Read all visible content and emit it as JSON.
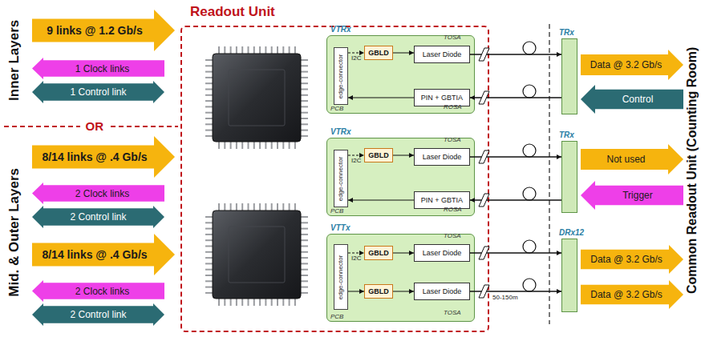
{
  "diagram": {
    "nodes": [
      {
        "text": [
          "9 links @ 1.2 Gb/s"
        ]
      },
      {
        "text": [
          "1 Clock links"
        ]
      },
      {
        "text": [
          "1 Control link"
        ]
      },
      {
        "text": [
          "8/14 links @ .4 Gb/s"
        ]
      },
      {
        "text": [
          "2 Clock links"
        ]
      },
      {
        "text": [
          "2 Control link"
        ]
      },
      {
        "text": [
          "8/14 links @ .4 Gb/s"
        ]
      },
      {
        "text": [
          "2 Clock links"
        ]
      },
      {
        "text": [
          "2 Control link"
        ]
      },
      {
        "text": [
          "Readout Unit"
        ]
      },
      {
        "text": [
          "VTRx",
          "PCB"
        ],
        "in": 9
      },
      {
        "text": [
          "edge-connector"
        ],
        "in": 10
      },
      {
        "text": [
          "GBLD"
        ],
        "in": 10
      },
      {
        "text": [
          "Laser Diode"
        ],
        "in": 10
      },
      {
        "text": [
          "PIN + GBTIA"
        ],
        "in": 10
      },
      {
        "text": [
          "VTRx",
          "PCB"
        ],
        "in": 9
      },
      {
        "text": [
          "edge-connector"
        ],
        "in": 15
      },
      {
        "text": [
          "GBLD"
        ],
        "in": 15
      },
      {
        "text": [
          "Laser Diode"
        ],
        "in": 15
      },
      {
        "text": [
          "PIN + GBTIA"
        ],
        "in": 15
      },
      {
        "text": [
          "VTTx",
          "PCB"
        ],
        "in": 9
      },
      {
        "text": [
          "edge-connector"
        ],
        "in": 20
      },
      {
        "text": [
          "GBLD"
        ],
        "in": 20
      },
      {
        "text": [
          "Laser Diode"
        ],
        "in": 20
      },
      {
        "text": [
          "GBLD"
        ],
        "in": 20
      },
      {
        "text": [
          "Laser Diode"
        ],
        "in": 20
      },
      {
        "text": [
          "TRx"
        ]
      },
      {
        "text": [
          "TRx"
        ]
      },
      {
        "text": [
          "DRx12"
        ]
      },
      {
        "text": [
          "Data @ 3.2 Gb/s"
        ]
      },
      {
        "text": [
          "Control"
        ]
      },
      {
        "text": [
          "Not used"
        ]
      },
      {
        "text": [
          "Trigger"
        ]
      },
      {
        "text": [
          "Data @ 3.2 Gb/s"
        ]
      },
      {
        "text": [
          "Data @ 3.2 Gb/s"
        ]
      }
    ],
    "edges": [
      {
        "from": 11,
        "to": 12,
        "arrow": "to",
        "label": "I2C"
      },
      {
        "from": 12,
        "to": 13,
        "arrow": "to"
      },
      {
        "from": 14,
        "to": 11,
        "arrow": "to"
      },
      {
        "from": 13,
        "to": 26,
        "arrow": "to"
      },
      {
        "from": 26,
        "to": 14,
        "arrow": "to"
      },
      {
        "from": 16,
        "to": 17,
        "arrow": "to",
        "label": "I2C"
      },
      {
        "from": 17,
        "to": 18,
        "arrow": "to"
      },
      {
        "from": 19,
        "to": 16,
        "arrow": "to"
      },
      {
        "from": 18,
        "to": 27,
        "arrow": "to"
      },
      {
        "from": 27,
        "to": 19,
        "arrow": "to"
      },
      {
        "from": 21,
        "to": 22,
        "arrow": "to",
        "label": "I2C"
      },
      {
        "from": 21,
        "to": 24,
        "arrow": "to"
      },
      {
        "from": 22,
        "to": 23,
        "arrow": "to"
      },
      {
        "from": 24,
        "to": 25,
        "arrow": "to"
      },
      {
        "from": 23,
        "to": 28,
        "arrow": "to"
      },
      {
        "from": 25,
        "to": 28,
        "arrow": "to"
      }
    ],
    "labels": [
      "Inner Layers",
      "OR",
      "Mid. & Outer Layers",
      "TOSA",
      "ROSA",
      "TOSA",
      "ROSA",
      "TOSA",
      "TOSA",
      "50-150m",
      "Common Readout Unit (Counting Room)"
    ]
  }
}
